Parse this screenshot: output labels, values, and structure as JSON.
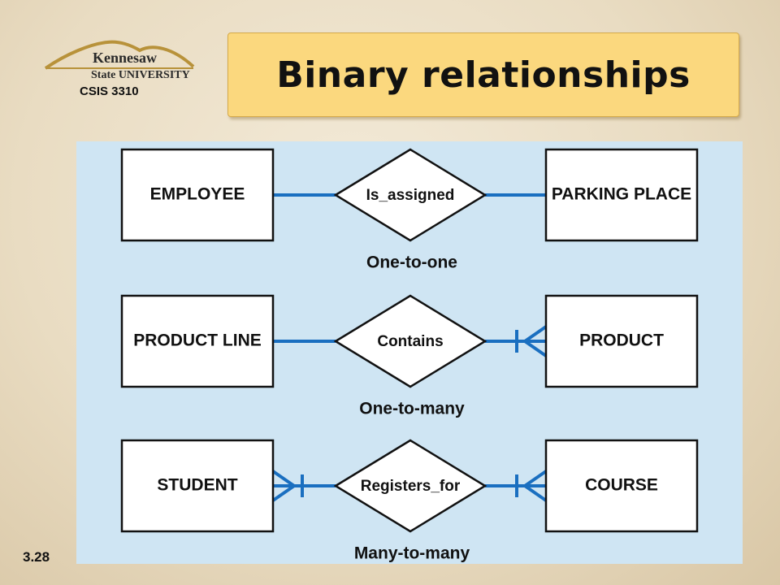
{
  "header": {
    "logo_text_line1": "Kennesaw",
    "logo_text_line2": "State UNIVERSITY",
    "course_code": "CSIS 3310",
    "title": "Binary relationships"
  },
  "footer": {
    "slide_number": "3.28"
  },
  "colors": {
    "panel": "#cfe5f3",
    "line": "#1a6fc0",
    "title_bg": "#fbd87e"
  },
  "relationships": [
    {
      "left_entity": "EMPLOYEE",
      "relationship": "Is_assigned",
      "right_entity": "PARKING PLACE",
      "cardinality": "One-to-one",
      "left_end": "one",
      "right_end": "one"
    },
    {
      "left_entity": "PRODUCT LINE",
      "relationship": "Contains",
      "right_entity": "PRODUCT",
      "cardinality": "One-to-many",
      "left_end": "one",
      "right_end": "many"
    },
    {
      "left_entity": "STUDENT",
      "relationship": "Registers_for",
      "right_entity": "COURSE",
      "cardinality": "Many-to-many",
      "left_end": "many",
      "right_end": "many"
    }
  ]
}
